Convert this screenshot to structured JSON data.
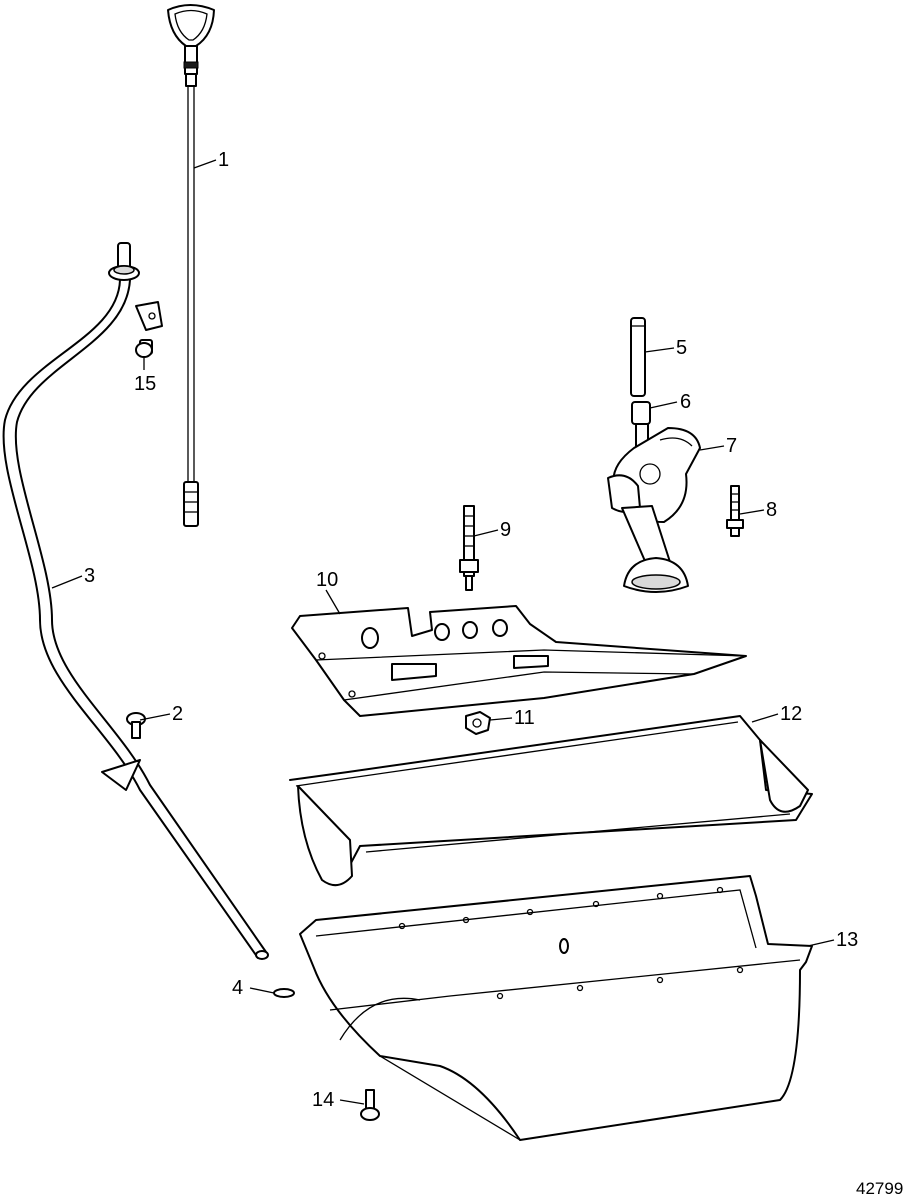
{
  "figure_number": "42799",
  "callouts": [
    {
      "id": "1",
      "label": "1"
    },
    {
      "id": "2",
      "label": "2"
    },
    {
      "id": "3",
      "label": "3"
    },
    {
      "id": "4",
      "label": "4"
    },
    {
      "id": "5",
      "label": "5"
    },
    {
      "id": "6",
      "label": "6"
    },
    {
      "id": "7",
      "label": "7"
    },
    {
      "id": "8",
      "label": "8"
    },
    {
      "id": "9",
      "label": "9"
    },
    {
      "id": "10",
      "label": "10"
    },
    {
      "id": "11",
      "label": "11"
    },
    {
      "id": "12",
      "label": "12"
    },
    {
      "id": "13",
      "label": "13"
    },
    {
      "id": "14",
      "label": "14"
    },
    {
      "id": "15",
      "label": "15"
    }
  ]
}
